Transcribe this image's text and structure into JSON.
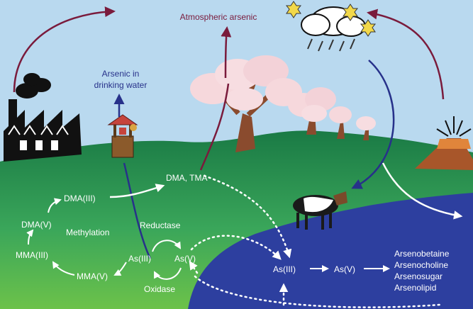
{
  "labels": {
    "atmospheric_arsenic": "Atmospheric arsenic",
    "drinking_water_line1": "Arsenic in",
    "drinking_water_line2": "drinking water",
    "dma_tma": "DMA, TMA",
    "dma3": "DMA(III)",
    "dma5": "DMA(V)",
    "methylation": "Methylation",
    "mma3": "MMA(III)",
    "mma5": "MMA(V)",
    "reductase": "Reductase",
    "as3_land": "As(III)",
    "as5_land": "As(V)",
    "oxidase": "Oxidase",
    "as3_water": "As(III)",
    "as5_water": "As(V)",
    "products": [
      "Arsenobetaine",
      "Arsenocholine",
      "Arsenosugar",
      "Arsenolipid"
    ]
  },
  "colors": {
    "sky": "#b9d9ef",
    "land": "#1d8a4a",
    "water": "#2d3f9f",
    "atmos_arrow": "#7a1b3c",
    "water_arrow": "#27318a",
    "label_dark_red": "#7a1b3c",
    "label_blue": "#27318a",
    "white": "#ffffff"
  }
}
